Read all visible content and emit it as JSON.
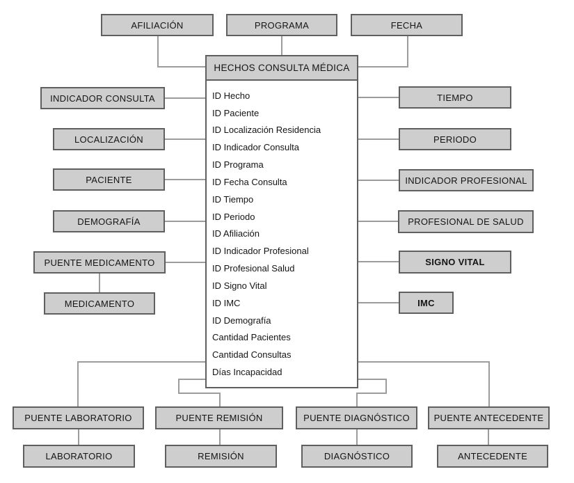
{
  "diagram_title": "HECHOS CONSULTA MÉDICA",
  "fact": {
    "title": "HECHOS CONSULTA MÉDICA",
    "fields": [
      "ID Hecho",
      "ID Paciente",
      "ID Localización Residencia",
      "ID Indicador Consulta",
      "ID Programa",
      "ID Fecha Consulta",
      "ID Tiempo",
      "ID Periodo",
      "ID Afiliación",
      "ID Indicador Profesional",
      "ID Profesional Salud",
      "ID Signo Vital",
      "ID IMC",
      "ID Demografía",
      "Cantidad Pacientes",
      "Cantidad Consultas",
      "Días Incapacidad"
    ]
  },
  "nodes": {
    "afiliacion": "AFILIACIÓN",
    "programa": "PROGRAMA",
    "fecha": "FECHA",
    "indicador_consulta": "INDICADOR CONSULTA",
    "localizacion": "LOCALIZACIÓN",
    "paciente": "PACIENTE",
    "demografia": "DEMOGRAFÍA",
    "puente_medicamento": "PUENTE MEDICAMENTO",
    "medicamento": "MEDICAMENTO",
    "tiempo": "TIEMPO",
    "periodo": "PERIODO",
    "indicador_profesional": "INDICADOR PROFESIONAL",
    "profesional_de_salud": "PROFESIONAL DE SALUD",
    "signo_vital": "SIGNO VITAL",
    "imc": "IMC",
    "puente_laboratorio": "PUENTE LABORATORIO",
    "laboratorio": "LABORATORIO",
    "puente_remision": "PUENTE REMISIÓN",
    "remision": "REMISIÓN",
    "puente_diagnostico": "PUENTE DIAGNÓSTICO",
    "diagnostico": "DIAGNÓSTICO",
    "puente_antecedente": "PUENTE ANTECEDENTE",
    "antecedente": "ANTECEDENTE"
  },
  "colors": {
    "canvas_background": "#ffffff",
    "box_fill": "#cecece",
    "box_border": "#5f5f5f",
    "connector_line": "#9c9c9c",
    "text": "#141414"
  }
}
